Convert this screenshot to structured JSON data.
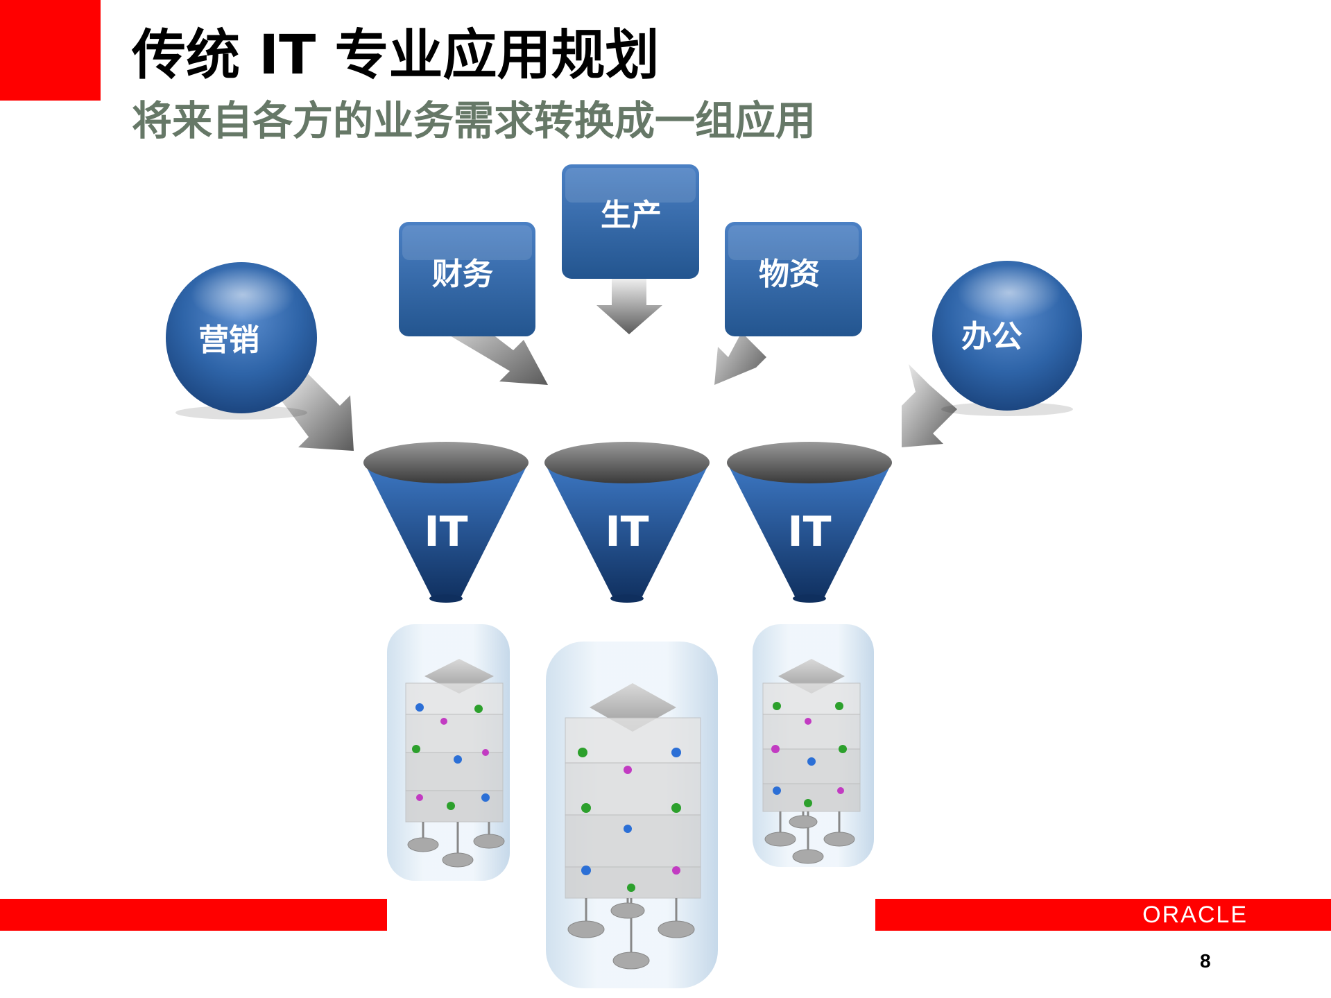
{
  "slide": {
    "title": "传统 IT 专业应用规划",
    "subtitle": "将来自各方的业务需求转换成一组应用",
    "page_number": "8",
    "logo_text": "ORACLE"
  },
  "sources": {
    "marketing": "营销",
    "finance": "财务",
    "production": "生产",
    "materials": "物资",
    "office": "办公"
  },
  "funnels": [
    "IT",
    "IT",
    "IT"
  ],
  "colors": {
    "accent_red": "#ff0000",
    "node_blue": "#2e64a8",
    "subtitle_gray": "#667867"
  },
  "icons": {
    "application_stack": "server-stack-icon"
  }
}
